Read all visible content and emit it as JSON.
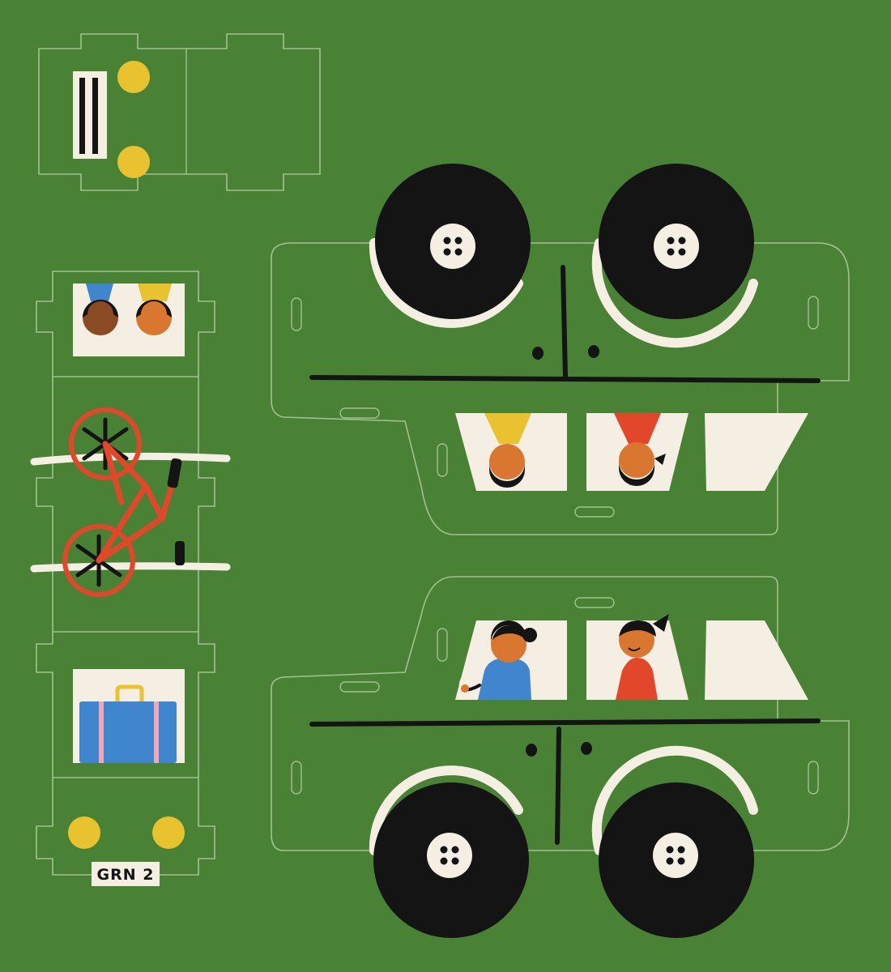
{
  "colors": {
    "board": "#4a8235",
    "cutline": "#9fc28f",
    "cream": "#f4efe2",
    "black": "#141414",
    "yellow": "#e8c32f",
    "red": "#e3472b",
    "blue": "#3f86cf",
    "skin_dark": "#8a4a24",
    "skin_orange": "#d9762f",
    "pink": "#f0a7b8"
  },
  "license_plate": {
    "text": "GRN 2"
  },
  "icons": {
    "headlight": "circle",
    "wheel_hub": "circle-with-four-dots",
    "bicycle": "bicycle-icon",
    "suitcase": "suitcase-icon"
  }
}
